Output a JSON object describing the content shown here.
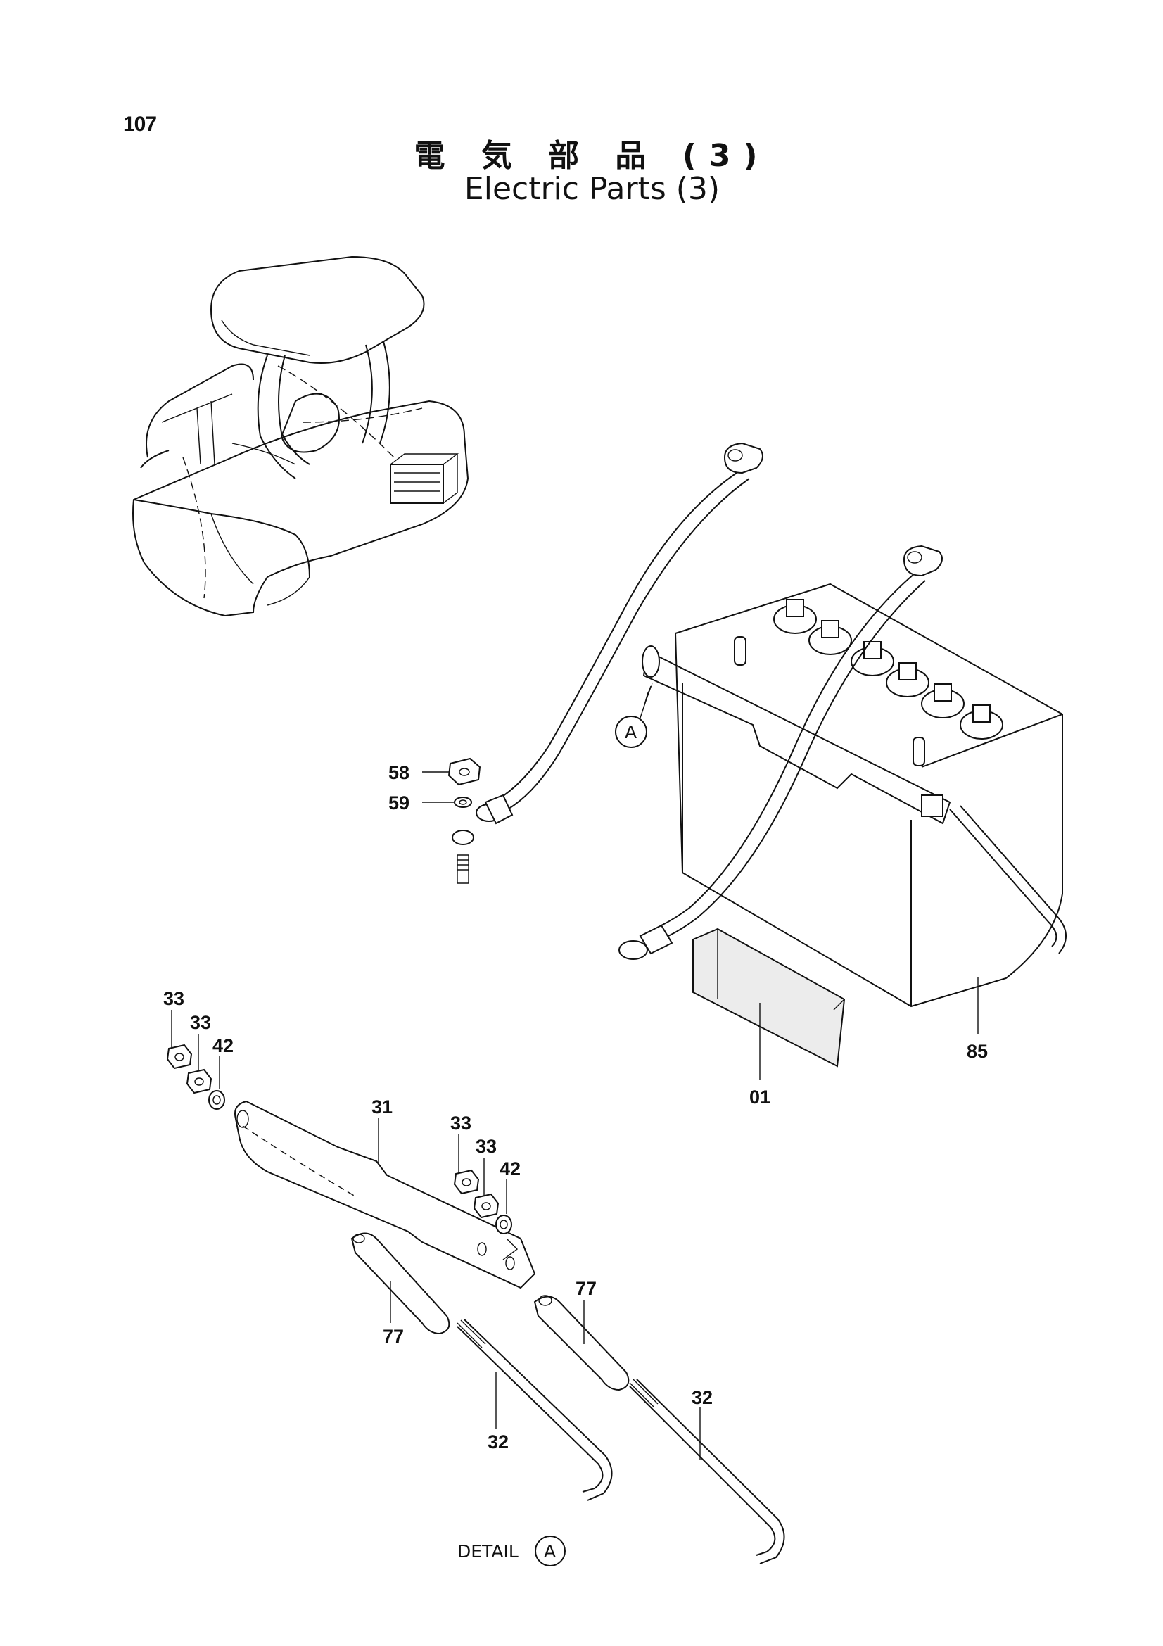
{
  "page_number": "107",
  "title_jp": "電 気 部 品 (3)",
  "title_en": "Electric Parts (3)",
  "detail_label": "DETAIL",
  "detail_ref": "A",
  "ref_marker": "A",
  "callouts": {
    "c58": "58",
    "c59": "59",
    "c01": "01",
    "c85": "85",
    "c31": "31",
    "c33a": "33",
    "c33b": "33",
    "c42a": "42",
    "c33c": "33",
    "c33d": "33",
    "c42b": "42",
    "c77a": "77",
    "c77b": "77",
    "c32a": "32",
    "c32b": "32"
  }
}
